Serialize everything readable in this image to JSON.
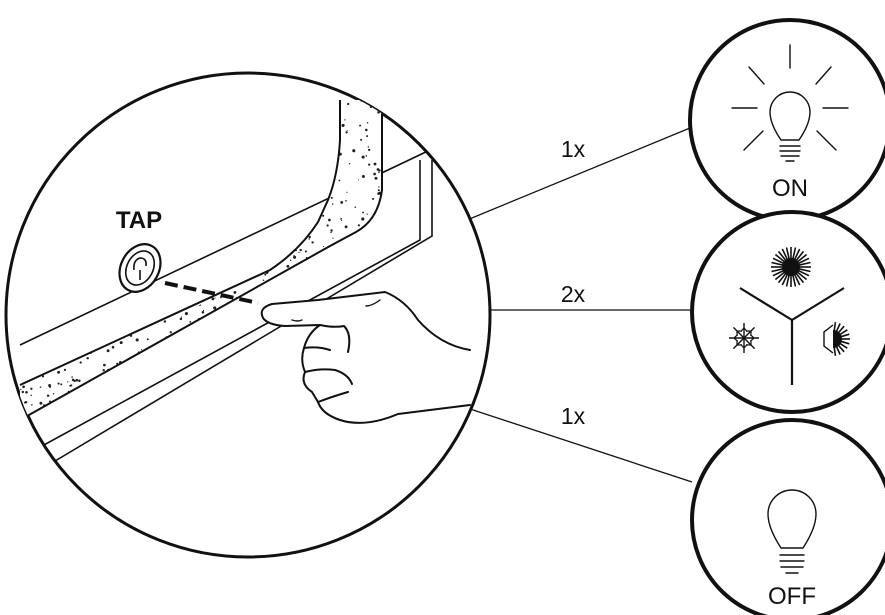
{
  "labels": {
    "tap": "TAP",
    "taps": [
      "1x",
      "2x",
      "1x"
    ],
    "on": "ON",
    "off": "OFF"
  },
  "icons": [
    "light-bulb-on-icon",
    "color-temperature-icon",
    "light-bulb-off-icon",
    "touch-button-icon",
    "hand-pointing-icon"
  ],
  "colors": {
    "stroke": "#111111",
    "background": "#ffffff"
  }
}
